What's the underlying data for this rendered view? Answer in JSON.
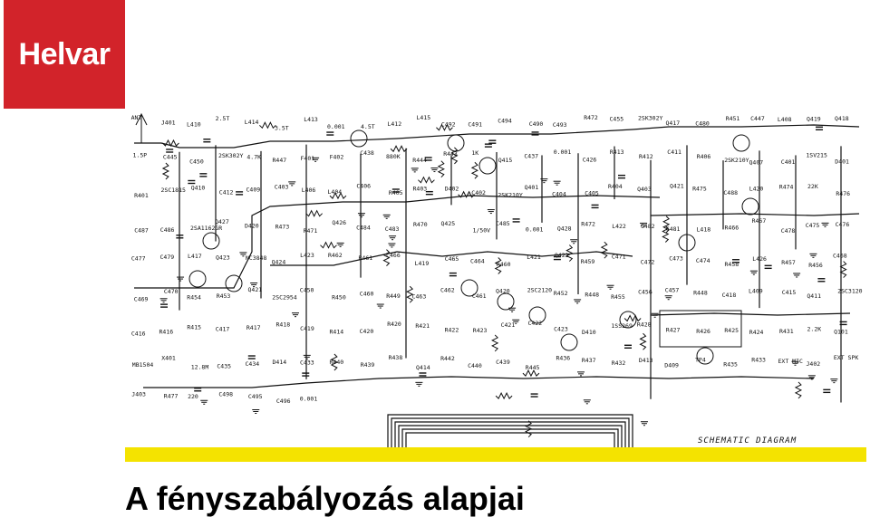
{
  "logo": {
    "text": "Helvar",
    "color": "#d2232a"
  },
  "diagram": {
    "footer_label": "SCHEMATIC DIAGRAM",
    "accent_bar_color": "#f4e300",
    "labels": [
      "ANT",
      "J401",
      "L410",
      "2.5T",
      "L414",
      "3.5T",
      "L413",
      "0.001",
      "4.5T",
      "L412",
      "L415",
      "C492",
      "C491",
      "C494",
      "C490",
      "C493",
      "R472",
      "C455",
      "2SK302Y",
      "Q417",
      "C480",
      "R451",
      "C447",
      "L408",
      "Q419",
      "Q418",
      "1.5P",
      "C445",
      "C450",
      "2SK302Y",
      "4.7K",
      "R447",
      "F401",
      "F402",
      "C438",
      "880K",
      "R444",
      "R443",
      "1K",
      "Q415",
      "C437",
      "0.001",
      "C426",
      "R413",
      "R412",
      "C411",
      "R406",
      "2SK210Y",
      "Q407",
      "C401",
      "1SV215",
      "D401",
      "R401",
      "2SC1815",
      "Q410",
      "C412",
      "C409",
      "C403",
      "L406",
      "L404",
      "C406",
      "R405",
      "R403",
      "D402",
      "C402",
      "2SK210Y",
      "Q401",
      "C404",
      "C405",
      "R404",
      "Q403",
      "Q421",
      "R475",
      "C488",
      "L420",
      "R474",
      "22K",
      "R476",
      "C487",
      "C486",
      "2SA1162GR",
      "Q427",
      "D420",
      "R473",
      "R471",
      "Q426",
      "C484",
      "C483",
      "R470",
      "Q425",
      "1/50V",
      "C485",
      "0.001",
      "Q428",
      "R472",
      "L422",
      "C482",
      "C481",
      "L418",
      "R466",
      "R467",
      "C478",
      "C475",
      "C476",
      "C477",
      "C479",
      "L417",
      "Q423",
      "NC3848",
      "Q424",
      "L423",
      "R462",
      "R461",
      "C466",
      "L419",
      "C465",
      "C464",
      "R460",
      "L421",
      "Q422",
      "R459",
      "C471",
      "C472",
      "C473",
      "C474",
      "R458",
      "L426",
      "R457",
      "R456",
      "C468",
      "C469",
      "C470",
      "R454",
      "R453",
      "Q421",
      "2SC2954",
      "C450",
      "R450",
      "C460",
      "R449",
      "C463",
      "C462",
      "C461",
      "Q420",
      "2SC2120",
      "R452",
      "R448",
      "R455",
      "C456",
      "C457",
      "R448",
      "C418",
      "L409",
      "C415",
      "Q411",
      "2SC3120",
      "C416",
      "R416",
      "R415",
      "C417",
      "R417",
      "R418",
      "C419",
      "R414",
      "C420",
      "R420",
      "R421",
      "R422",
      "R423",
      "C421",
      "C422",
      "C423",
      "D410",
      "1SS269",
      "R428",
      "R427",
      "R426",
      "R425",
      "R424",
      "R431",
      "2.2K",
      "Q101",
      "MB1504",
      "X401",
      "12.8M",
      "C435",
      "C434",
      "D414",
      "C433",
      "R440",
      "R439",
      "R438",
      "Q414",
      "R442",
      "C440",
      "C439",
      "R445",
      "R436",
      "R437",
      "R432",
      "D413",
      "D409",
      "TP4",
      "R435",
      "R433",
      "EXT MIC",
      "J402",
      "EXT SPK",
      "J403",
      "R477",
      "220",
      "C498",
      "C495",
      "C496",
      "0.001"
    ]
  },
  "title": "A fényszabályozás alapjai"
}
